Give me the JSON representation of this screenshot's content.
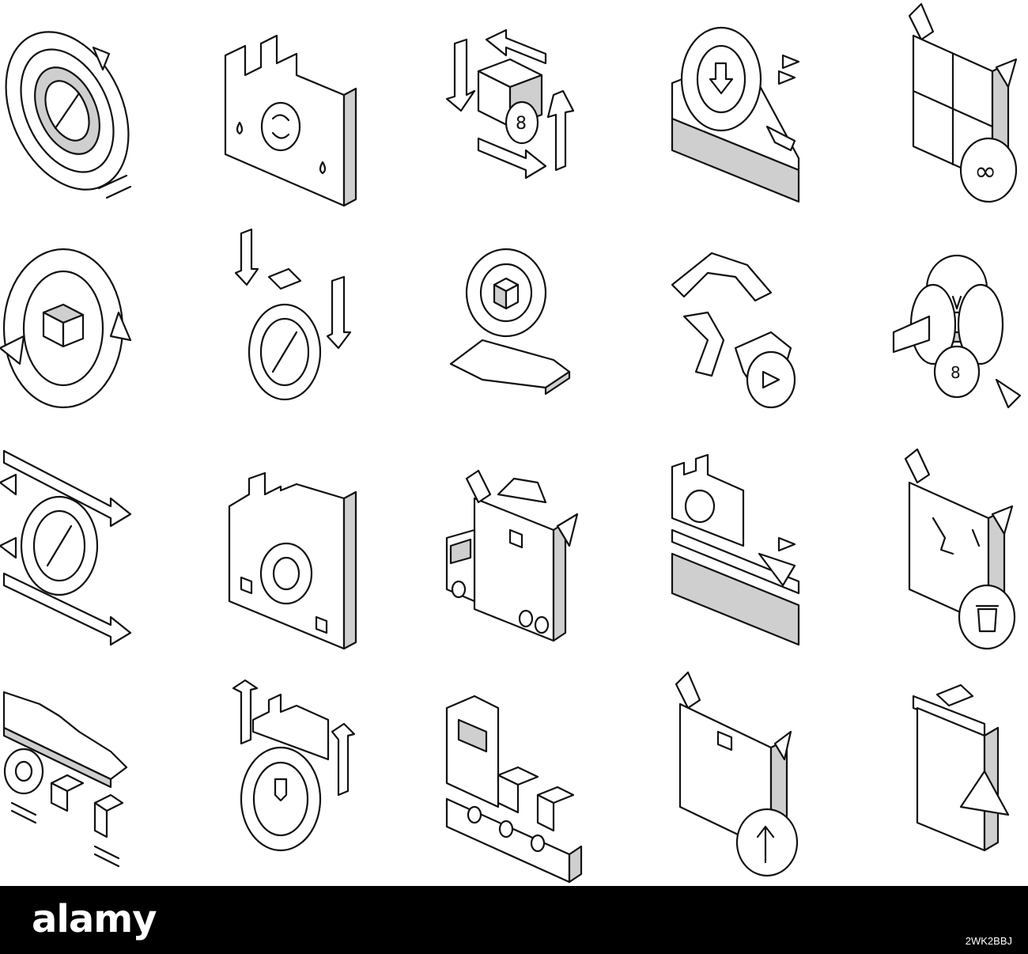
{
  "grid": {
    "rows": 4,
    "columns": 5,
    "icons": [
      "gear-cycle-icon",
      "factory-recycle-icon",
      "box-arrows-infinity-icon",
      "cycle-down-arrow-icon",
      "box-infinity-icon",
      "box-cycle-ring-icon",
      "arrows-ring-icon",
      "hand-box-cycle-icon",
      "recycle-triangle-icon",
      "lightbulb-infinity-icon",
      "parallel-arrows-gear-icon",
      "factory-gear-icon",
      "truck-box-icon",
      "factory-conveyor-icon",
      "broken-box-trash-icon",
      "process-chain-icon",
      "factory-arrows-ring-icon",
      "conveyor-boxes-icon",
      "box-upload-icon",
      "trash-bin-recycle-icon"
    ]
  },
  "colors": {
    "line": "#111111",
    "background": "#ffffff",
    "footer": "#000000"
  },
  "footer": {
    "logo": "alamy",
    "image_id": "2WK2BBJ"
  }
}
